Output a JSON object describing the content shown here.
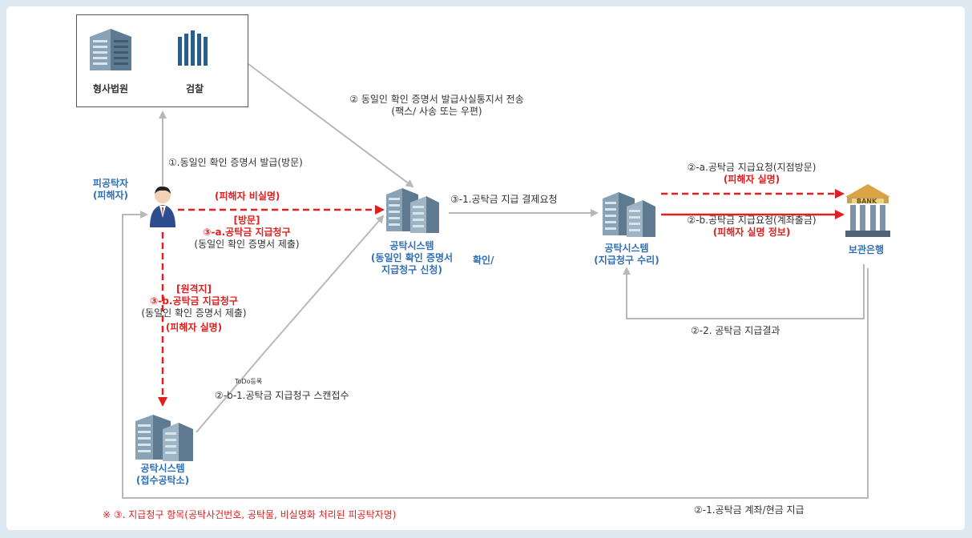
{
  "nodes": {
    "court": {
      "label": "형사법원"
    },
    "prosecution": {
      "label": "검찰"
    },
    "victim": {
      "label_line1": "피공탁자",
      "label_line2": "(피해자)"
    },
    "system_center": {
      "line1": "공탁시스템",
      "line2": "(동일인 확인 증명서",
      "line3": "지급청구 신청)",
      "side": "확인/"
    },
    "system_reception": {
      "line1": "공탁시스템",
      "line2": "(접수공탁소)"
    },
    "system_right": {
      "line1": "공탁시스템",
      "line2": "(지급청구 수리)"
    },
    "bank": {
      "label": "보관은행",
      "sign": "BANK"
    }
  },
  "edges": {
    "issue_cert": "①.동일인 확인 증명서 발급(방문)",
    "notice_line1": "② 동일인 확인 증명서 발급사실통지서 전송",
    "notice_line2": "(팩스/ 사송 또는 우편)",
    "anon": "(피해자 비실명)",
    "visit_tag": "[방문]",
    "visit_claim": "③-a.공탁금 지급청구",
    "visit_submit": "(동일인 확인 증명서 제출)",
    "remote_tag": "[원격지]",
    "remote_claim": "③-b.공탁금 지급청구",
    "remote_submit": "(동일인 확인 증명서 제출)",
    "remote_real": "(피해자 실명)",
    "todo": "ToDo등록",
    "scan": "②-b-1.공탁금 지급청구 스캔접수",
    "settle": "③-1.공탁금 지급 결제요청",
    "pay_visit": "②-a.공탁금 지급요청(지점방문)",
    "pay_visit_real": "(피해자 실명)",
    "pay_account": "②-b.공탁금 지급요청(계좌출금)",
    "pay_account_info": "(피해자 실명 정보)",
    "result": "②-2. 공탁금 지급결과",
    "cash": "②-1.공탁금 계좌/현금 지급"
  },
  "footnote": "※ ③. 지급청구 항목(공탁사건번호, 공탁물, 비실명화 처리된 피공탁자명)",
  "colors": {
    "red": "#e02020",
    "blue": "#2f6fb5",
    "gray_line": "#b8b8b8"
  }
}
